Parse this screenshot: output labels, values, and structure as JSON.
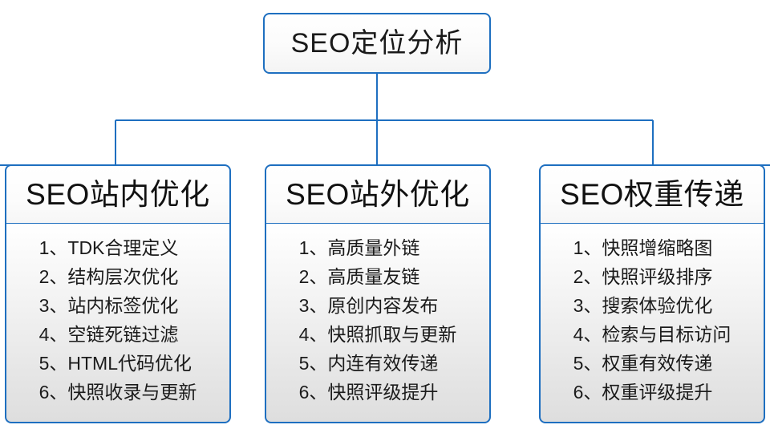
{
  "diagram": {
    "root": {
      "title": "SEO定位分析"
    },
    "columns": [
      {
        "header": "SEO站内优化",
        "items": [
          {
            "index": "1、",
            "text": "TDK合理定义"
          },
          {
            "index": "2、",
            "text": "结构层次优化"
          },
          {
            "index": "3、",
            "text": "站内标签优化"
          },
          {
            "index": "4、",
            "text": "空链死链过滤"
          },
          {
            "index": "5、",
            "text": "HTML代码优化"
          },
          {
            "index": "6、",
            "text": "快照收录与更新"
          }
        ]
      },
      {
        "header": "SEO站外优化",
        "items": [
          {
            "index": "1、",
            "text": "高质量外链"
          },
          {
            "index": "2、",
            "text": "高质量友链"
          },
          {
            "index": "3、",
            "text": "原创内容发布"
          },
          {
            "index": "4、",
            "text": "快照抓取与更新"
          },
          {
            "index": "5、",
            "text": "内连有效传递"
          },
          {
            "index": "6、",
            "text": "快照评级提升"
          }
        ]
      },
      {
        "header": "SEO权重传递",
        "items": [
          {
            "index": "1、",
            "text": "快照增缩略图"
          },
          {
            "index": "2、",
            "text": "快照评级排序"
          },
          {
            "index": "3、",
            "text": "搜索体验优化"
          },
          {
            "index": "4、",
            "text": "检索与目标访问"
          },
          {
            "index": "5、",
            "text": "权重有效传递"
          },
          {
            "index": "6、",
            "text": "权重评级提升"
          }
        ]
      }
    ],
    "colors": {
      "border": "#1e6fc0",
      "connector": "#1e6fc0",
      "text": "#1b1b1b",
      "background": "#ffffff",
      "panel_fill_bottom": "#dedede"
    }
  }
}
